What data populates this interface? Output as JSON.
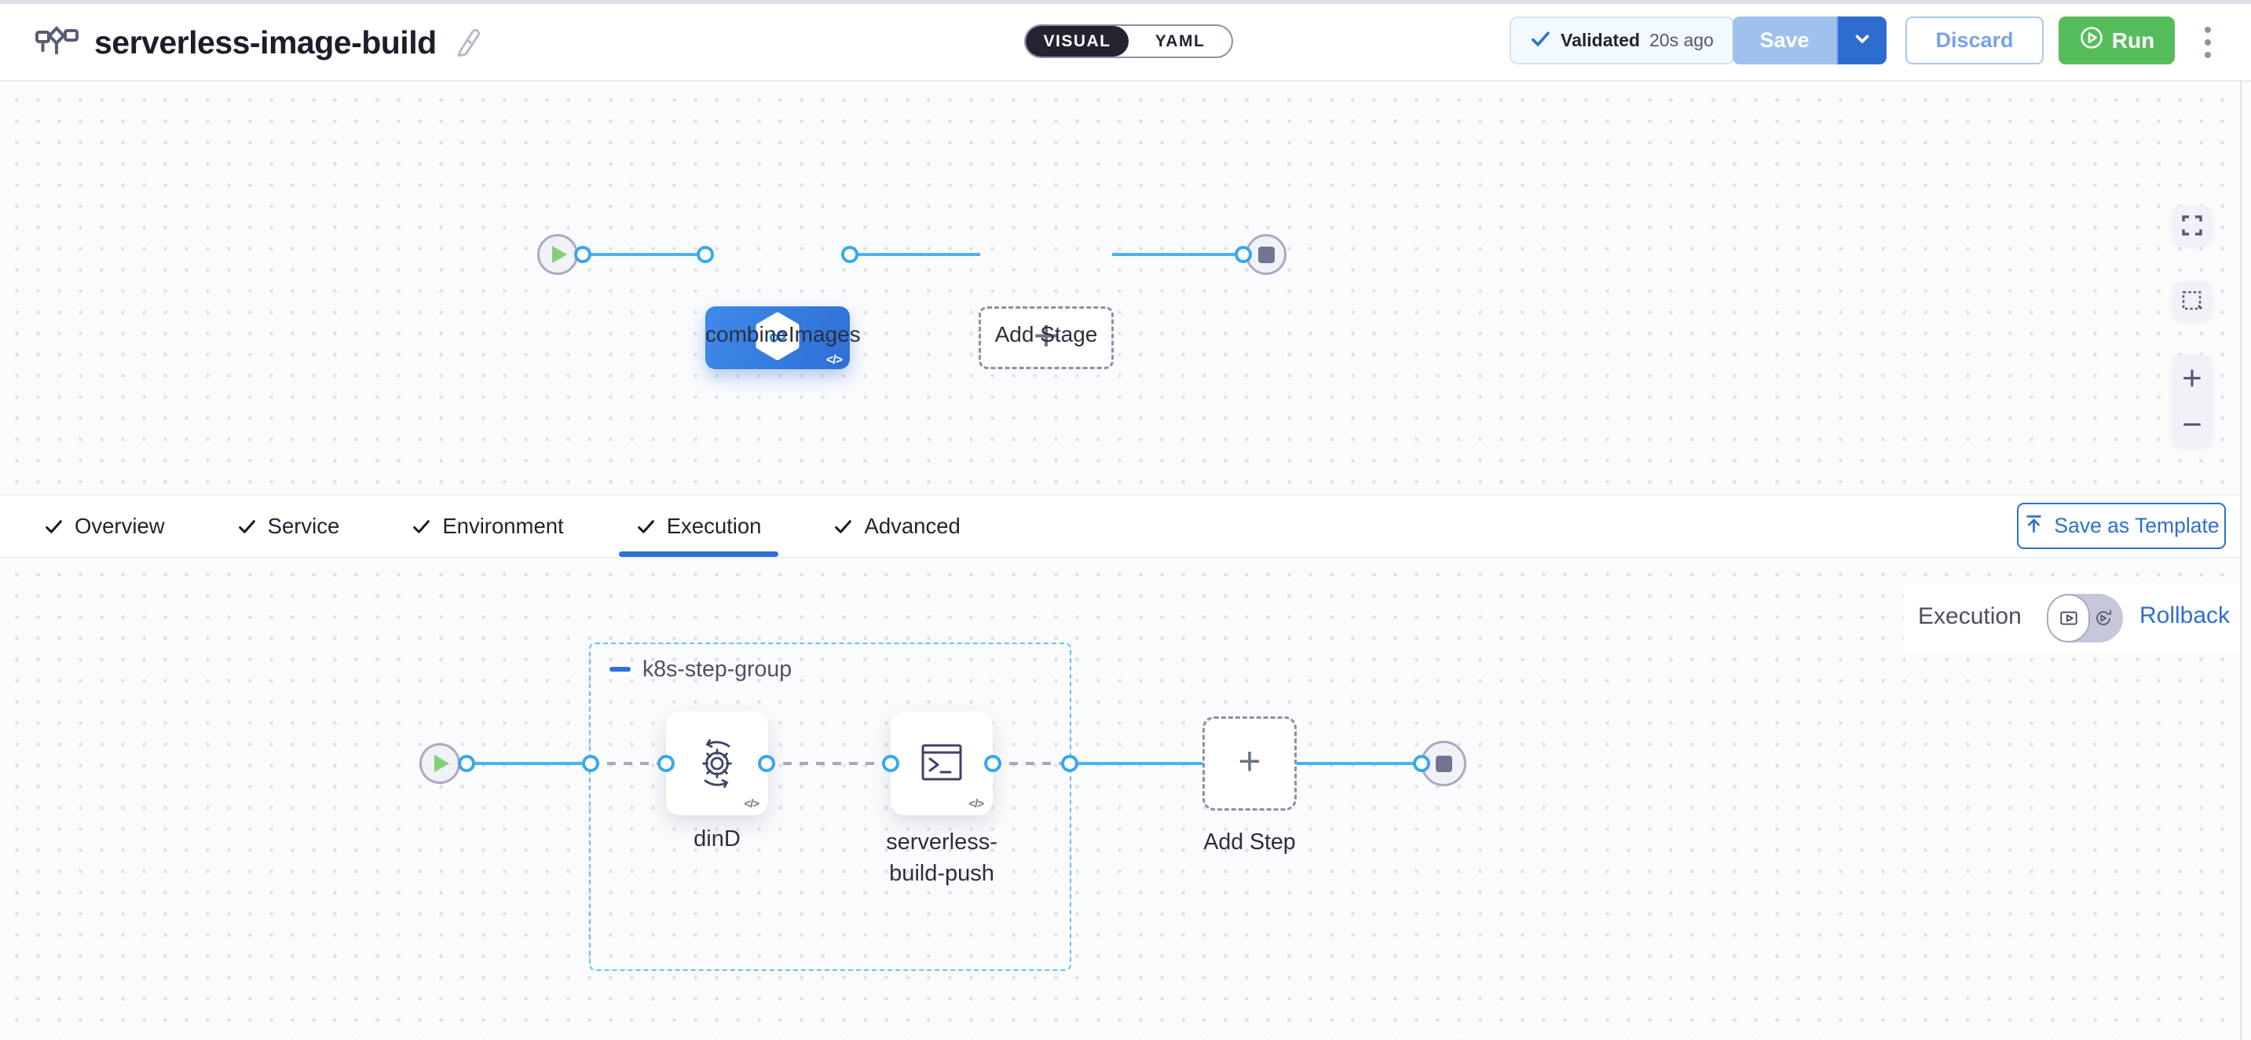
{
  "header": {
    "title": "serverless-image-build",
    "mode_toggle": {
      "visual": "VISUAL",
      "yaml": "YAML",
      "selected": "VISUAL"
    },
    "validation": {
      "status": "Validated",
      "time_ago": "20s ago"
    },
    "save_label": "Save",
    "discard_label": "Discard",
    "run_label": "Run"
  },
  "stage_canvas": {
    "stage_name": "combineImages",
    "add_stage_label": "Add Stage"
  },
  "tab_bar": {
    "tabs": [
      {
        "label": "Overview"
      },
      {
        "label": "Service"
      },
      {
        "label": "Environment"
      },
      {
        "label": "Execution"
      },
      {
        "label": "Advanced"
      }
    ],
    "active_tab": "Execution",
    "save_as_template_label": "Save as Template"
  },
  "execution_panel": {
    "mode_label": "Execution",
    "rollback_label": "Rollback"
  },
  "step_canvas": {
    "group_name": "k8s-step-group",
    "steps": [
      {
        "name": "dinD"
      },
      {
        "name": "serverless-build-push"
      }
    ],
    "add_step_label": "Add Step"
  },
  "icons": {
    "code_badge": "</>"
  },
  "zoom_controls": {
    "zoom_in": "+",
    "zoom_out": "−"
  },
  "colors": {
    "accent_blue": "#2e6fd3",
    "edge_blue": "#4ab3ec",
    "run_green": "#56bd5b",
    "stage_node_blue": "#3582e0",
    "validated_check_blue": "#2b71d7"
  }
}
